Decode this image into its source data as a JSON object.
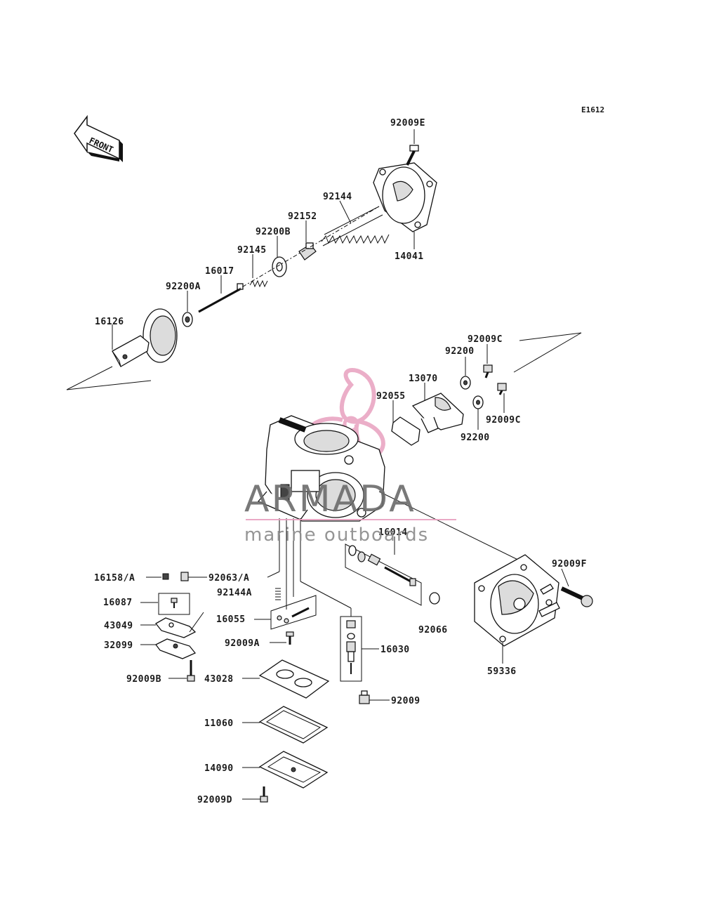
{
  "diagram": {
    "code": "E1612",
    "front_label": "FRONT",
    "watermark": {
      "brand": "ARMADA",
      "tagline": "marine outboards"
    },
    "colors": {
      "ink": "#111111",
      "watermark_pink": "#e8a0bf",
      "watermark_gray": "#6b6b6b"
    },
    "labels": {
      "p92009E": "92009E",
      "p92144": "92144",
      "p92152": "92152",
      "p92200B": "92200B",
      "p92145": "92145",
      "p16017": "16017",
      "p92200A": "92200A",
      "p14041": "14041",
      "p16126": "16126",
      "p92009C_a": "92009C",
      "p92200_a": "92200",
      "p13070": "13070",
      "p92055": "92055",
      "p92009C_b": "92009C",
      "p92200_b": "92200",
      "p16014": "16014",
      "p92009F": "92009F",
      "p16158A": "16158/A",
      "p92063A": "92063/A",
      "p16087": "16087",
      "p92144A": "92144A",
      "p43049": "43049",
      "p16055": "16055",
      "p32099": "32099",
      "p92009A": "92009A",
      "p16030": "16030",
      "p92066": "92066",
      "p92009B": "92009B",
      "p43028": "43028",
      "p59336": "59336",
      "p92009": "92009",
      "p11060": "11060",
      "p14090": "14090",
      "p92009D": "92009D"
    }
  }
}
